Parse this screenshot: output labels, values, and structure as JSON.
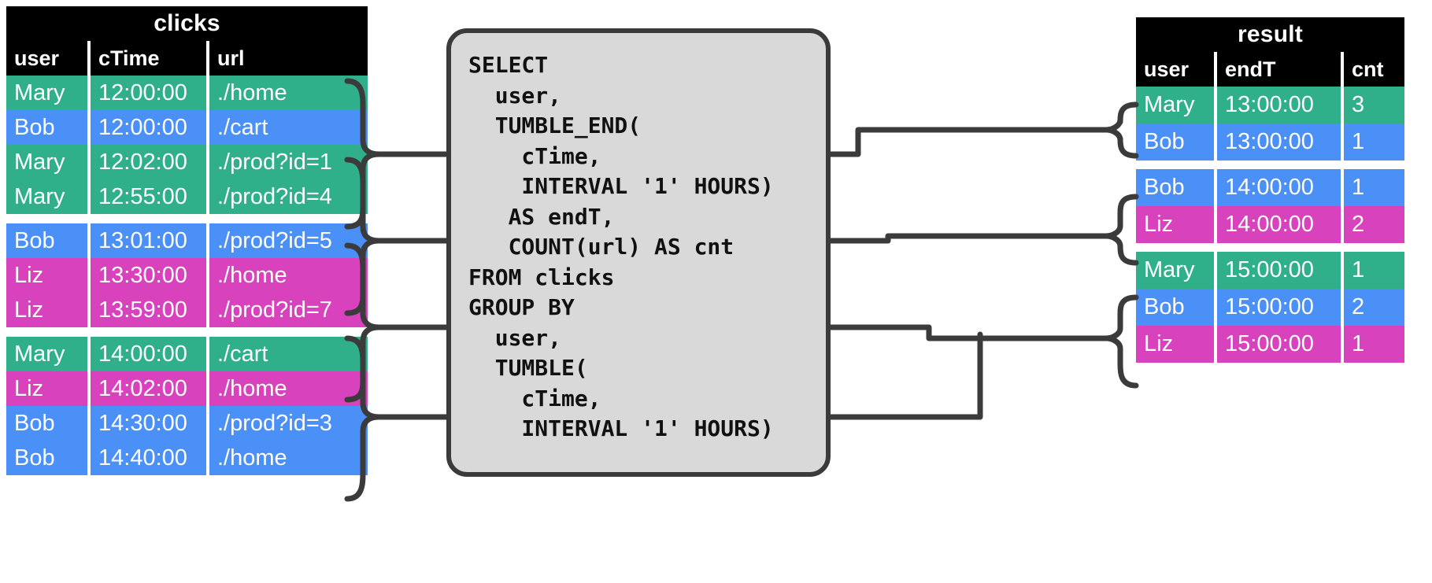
{
  "diagram": {
    "kind": "sql-tumbling-window-diagram"
  },
  "clicks_table": {
    "title": "clicks",
    "columns": [
      "user",
      "cTime",
      "url"
    ],
    "groups": [
      {
        "rows": [
          {
            "user": "Mary",
            "cTime": "12:00:00",
            "url": "./home",
            "color": "green"
          },
          {
            "user": "Bob",
            "cTime": "12:00:00",
            "url": "./cart",
            "color": "blue"
          },
          {
            "user": "Mary",
            "cTime": "12:02:00",
            "url": "./prod?id=1",
            "color": "green"
          },
          {
            "user": "Mary",
            "cTime": "12:55:00",
            "url": "./prod?id=4",
            "color": "green"
          }
        ]
      },
      {
        "rows": [
          {
            "user": "Bob",
            "cTime": "13:01:00",
            "url": "./prod?id=5",
            "color": "blue"
          },
          {
            "user": "Liz",
            "cTime": "13:30:00",
            "url": "./home",
            "color": "pink"
          },
          {
            "user": "Liz",
            "cTime": "13:59:00",
            "url": "./prod?id=7",
            "color": "pink"
          }
        ]
      },
      {
        "rows": [
          {
            "user": "Mary",
            "cTime": "14:00:00",
            "url": "./cart",
            "color": "green"
          },
          {
            "user": "Liz",
            "cTime": "14:02:00",
            "url": "./home",
            "color": "pink"
          },
          {
            "user": "Bob",
            "cTime": "14:30:00",
            "url": "./prod?id=3",
            "color": "blue"
          },
          {
            "user": "Bob",
            "cTime": "14:40:00",
            "url": "./home",
            "color": "blue"
          }
        ]
      }
    ]
  },
  "sql": {
    "query": "SELECT\n  user,\n  TUMBLE_END(\n    cTime,\n    INTERVAL '1' HOURS)\n   AS endT,\n   COUNT(url) AS cnt\nFROM clicks\nGROUP BY\n  user,\n  TUMBLE(\n    cTime,\n    INTERVAL '1' HOURS)"
  },
  "result_table": {
    "title": "result",
    "columns": [
      "user",
      "endT",
      "cnt"
    ],
    "groups": [
      {
        "rows": [
          {
            "user": "Mary",
            "endT": "13:00:00",
            "cnt": "3",
            "color": "green"
          },
          {
            "user": "Bob",
            "endT": "13:00:00",
            "cnt": "1",
            "color": "blue"
          }
        ]
      },
      {
        "rows": [
          {
            "user": "Bob",
            "endT": "14:00:00",
            "cnt": "1",
            "color": "blue"
          },
          {
            "user": "Liz",
            "endT": "14:00:00",
            "cnt": "2",
            "color": "pink"
          }
        ]
      },
      {
        "rows": [
          {
            "user": "Mary",
            "endT": "15:00:00",
            "cnt": "1",
            "color": "green"
          },
          {
            "user": "Bob",
            "endT": "15:00:00",
            "cnt": "2",
            "color": "blue"
          },
          {
            "user": "Liz",
            "endT": "15:00:00",
            "cnt": "1",
            "color": "pink"
          }
        ]
      }
    ]
  },
  "colors": {
    "green": "#2fb08a",
    "blue": "#4a90f7",
    "pink": "#d843bd",
    "header": "#000000",
    "sql_box_fill": "#d9d9d9",
    "sql_box_border": "#3b3b3b",
    "connector": "#3b3b3b"
  }
}
